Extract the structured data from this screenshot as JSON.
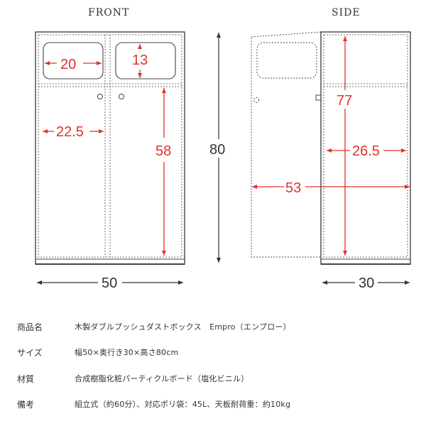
{
  "views": {
    "front_title": "FRONT",
    "side_title": "SIDE"
  },
  "dimensions": {
    "front_flap_width": "20",
    "front_flap_height": "13",
    "front_door_width": "22.5",
    "front_door_height": "58",
    "overall_height": "80",
    "overall_width": "50",
    "side_inner_height": "77",
    "side_inner_depth": "26.5",
    "side_open_depth": "53",
    "overall_depth": "30"
  },
  "specs": [
    {
      "label": "商品名",
      "value": "木製ダブルプッシュダストボックス　Empro（エンプロー）"
    },
    {
      "label": "サイズ",
      "value": "幅50×奥行き30×高さ80cm"
    },
    {
      "label": "材質",
      "value": "合成樹脂化粧パーティクルボード（塩化ビニル）"
    },
    {
      "label": "備考",
      "value": "組立式（約60分）、対応ポリ袋：45L、天板耐荷重：約10kg"
    }
  ],
  "colors": {
    "dimension_accent": "#e0332b",
    "outline": "#444444",
    "text": "#333333"
  }
}
